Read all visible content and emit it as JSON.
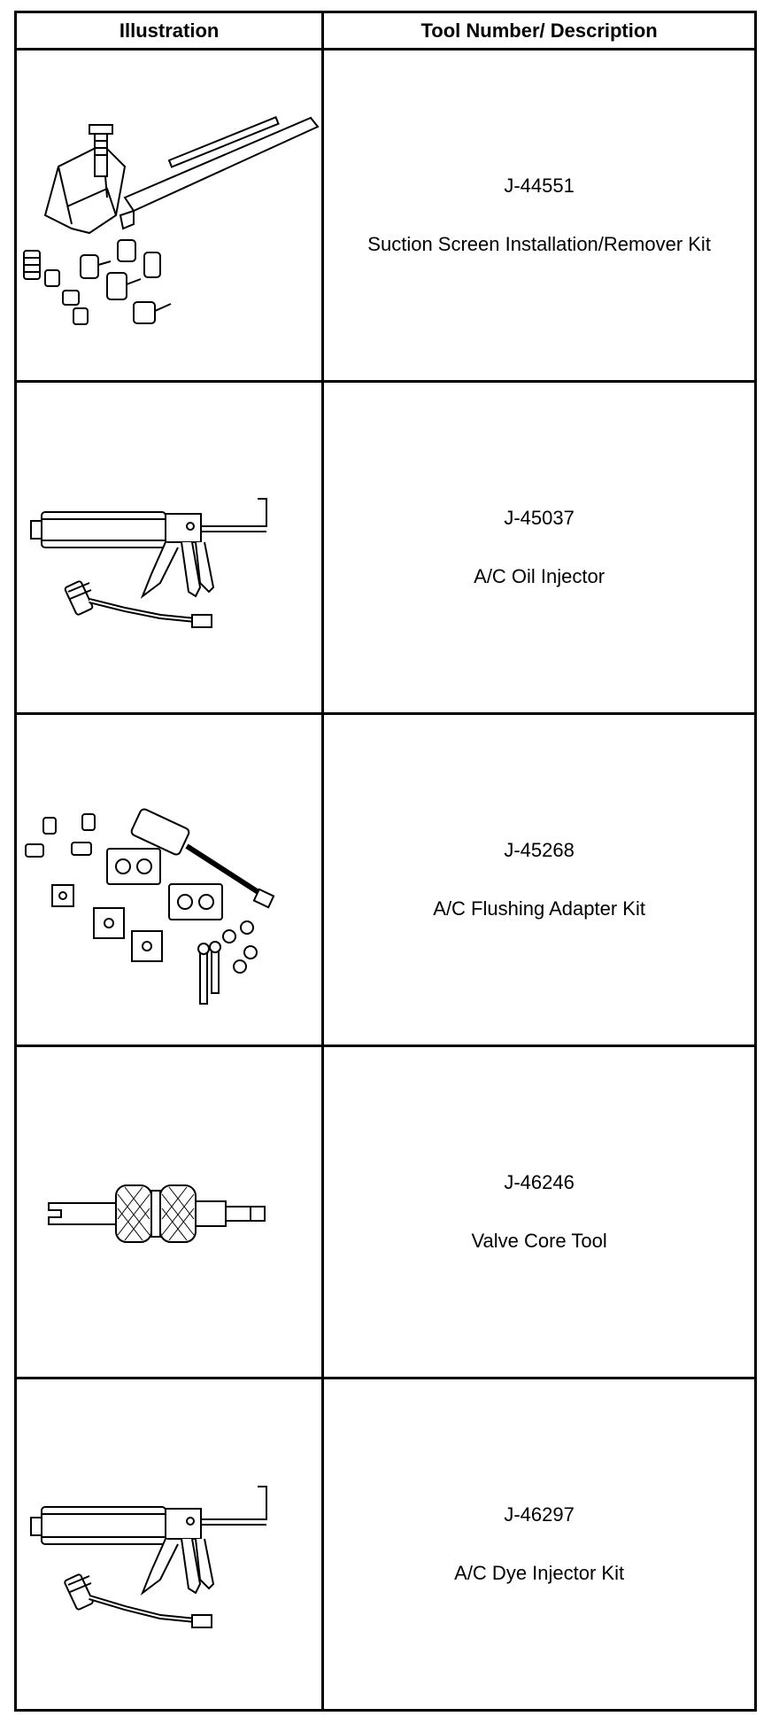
{
  "table": {
    "header": {
      "illustration": "Illustration",
      "tool_desc": "Tool Number/ Description"
    },
    "rows": [
      {
        "number": "J-44551",
        "description": "Suction Screen Installation/Remover Kit",
        "icon": "suction-screen-kit-icon"
      },
      {
        "number": "J-45037",
        "description": "A/C Oil Injector",
        "icon": "oil-injector-icon"
      },
      {
        "number": "J-45268",
        "description": "A/C Flushing Adapter Kit",
        "icon": "flushing-adapter-kit-icon"
      },
      {
        "number": "J-46246",
        "description": "Valve Core Tool",
        "icon": "valve-core-tool-icon"
      },
      {
        "number": "J-46297",
        "description": "A/C Dye Injector Kit",
        "icon": "dye-injector-kit-icon"
      }
    ]
  }
}
